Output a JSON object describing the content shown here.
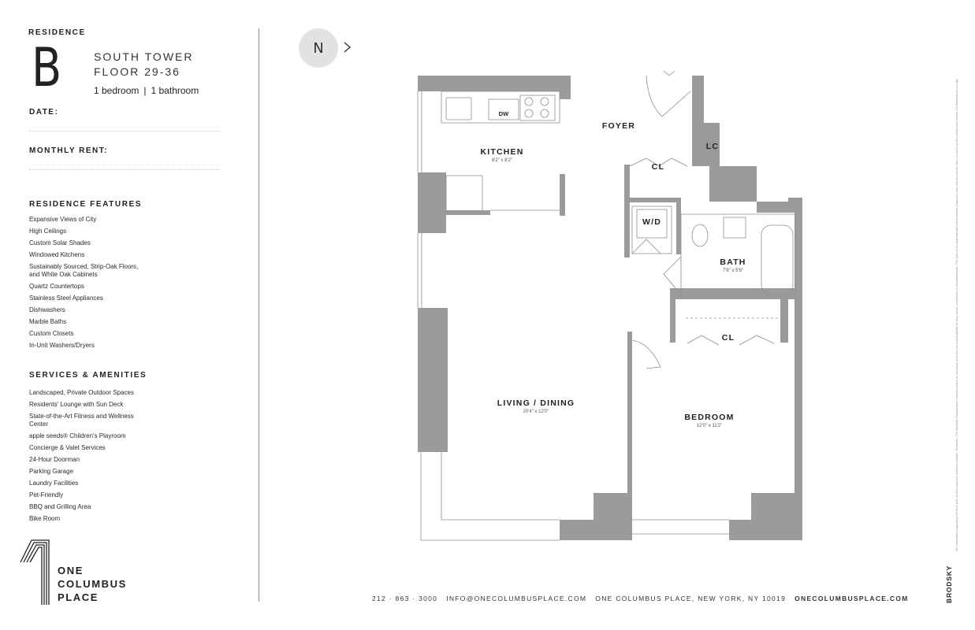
{
  "header": {
    "residence_label": "RESIDENCE",
    "unit_letter": "B",
    "tower": "SOUTH TOWER",
    "floors": "FLOOR 29-36",
    "bedrooms": "1 bedroom",
    "bathrooms": "1 bathroom"
  },
  "form": {
    "date_label": "DATE:",
    "rent_label": "MONTHLY RENT:"
  },
  "features": {
    "heading": "RESIDENCE FEATURES",
    "items": [
      "Expansive Views of City",
      "High Ceilings",
      "Custom Solar Shades",
      "Windowed Kitchens",
      "Sustainably Sourced, Strip-Oak Floors, and White Oak Cabinets",
      "Quartz Countertops",
      "Stainless Steel Appliances",
      "Dishwashers",
      "Marble Baths",
      "Custom Closets",
      "In-Unit Washers/Dryers"
    ]
  },
  "amenities": {
    "heading": "SERVICES & AMENITIES",
    "items": [
      "Landscaped, Private Outdoor Spaces",
      "Residents' Lounge with Sun Deck",
      "State-of-the-Art Fitness and Wellness Center",
      "apple seeds® Children's Playroom",
      "Concierge & Valet Services",
      "24-Hour Doorman",
      "Parking Garage",
      "Laundry Facilities",
      "Pet-Friendly",
      "BBQ and Grilling Area",
      "Bike Room"
    ]
  },
  "logo": {
    "line1": "ONE",
    "line2": "COLUMBUS",
    "line3": "PLACE"
  },
  "compass": {
    "label": "N",
    "icon": "chevron-right-icon"
  },
  "floorplan": {
    "rooms": {
      "kitchen": {
        "name": "KITCHEN",
        "dims": "8'2\" x 8'2\""
      },
      "foyer": {
        "name": "FOYER"
      },
      "living": {
        "name": "LIVING / DINING",
        "dims": "20'4\" x 12'0\""
      },
      "bath": {
        "name": "BATH",
        "dims": "7'8\" x 5'6\""
      },
      "bedroom": {
        "name": "BEDROOM",
        "dims": "12'0\" x 11'2\""
      },
      "closet_foyer": {
        "name": "CL"
      },
      "closet_bedroom": {
        "name": "CL"
      },
      "linen_closet": {
        "name": "LC"
      },
      "washer_dryer": {
        "name": "W/D"
      },
      "dishwasher": {
        "name": "DW"
      }
    },
    "colors": {
      "wall": "#9b9b9b",
      "line": "#8e8e8e"
    }
  },
  "footer": {
    "phone": "212 · 863 · 3000",
    "email": "INFO@ONECOLUMBUSPLACE.COM",
    "address": "ONE COLUMBUS PLACE, NEW YORK, NY 10019",
    "website": "ONECOLUMBUSPLACE.COM"
  },
  "sidebar": {
    "disclaimer": "All information regarding the floor plan is from sources deemed reliable. However, The Brodsky Organization cannot assure its accuracy and has no responsibility for any errors, omissions or misstatements. The plan is for approximate informational purposes only and should be used as such by the prospective renter. All dimensions are approximate and should be measured by the prospective renter for precise accuracy. Developed by The Brodsky Organization, all rights reserved.",
    "brand": "BRODSKY"
  }
}
